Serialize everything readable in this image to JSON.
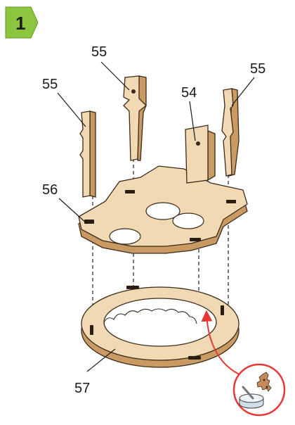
{
  "step": {
    "number": "1",
    "badge_color": "#8cc63f"
  },
  "callouts": {
    "left_pin": "55",
    "center_pin": "55",
    "right_pin": "55",
    "block": "54",
    "top_plate": "56",
    "ring": "57"
  },
  "insert": {
    "icon": "glue-icon",
    "ring_color": "#e53935",
    "arrow_color": "#e53935"
  }
}
